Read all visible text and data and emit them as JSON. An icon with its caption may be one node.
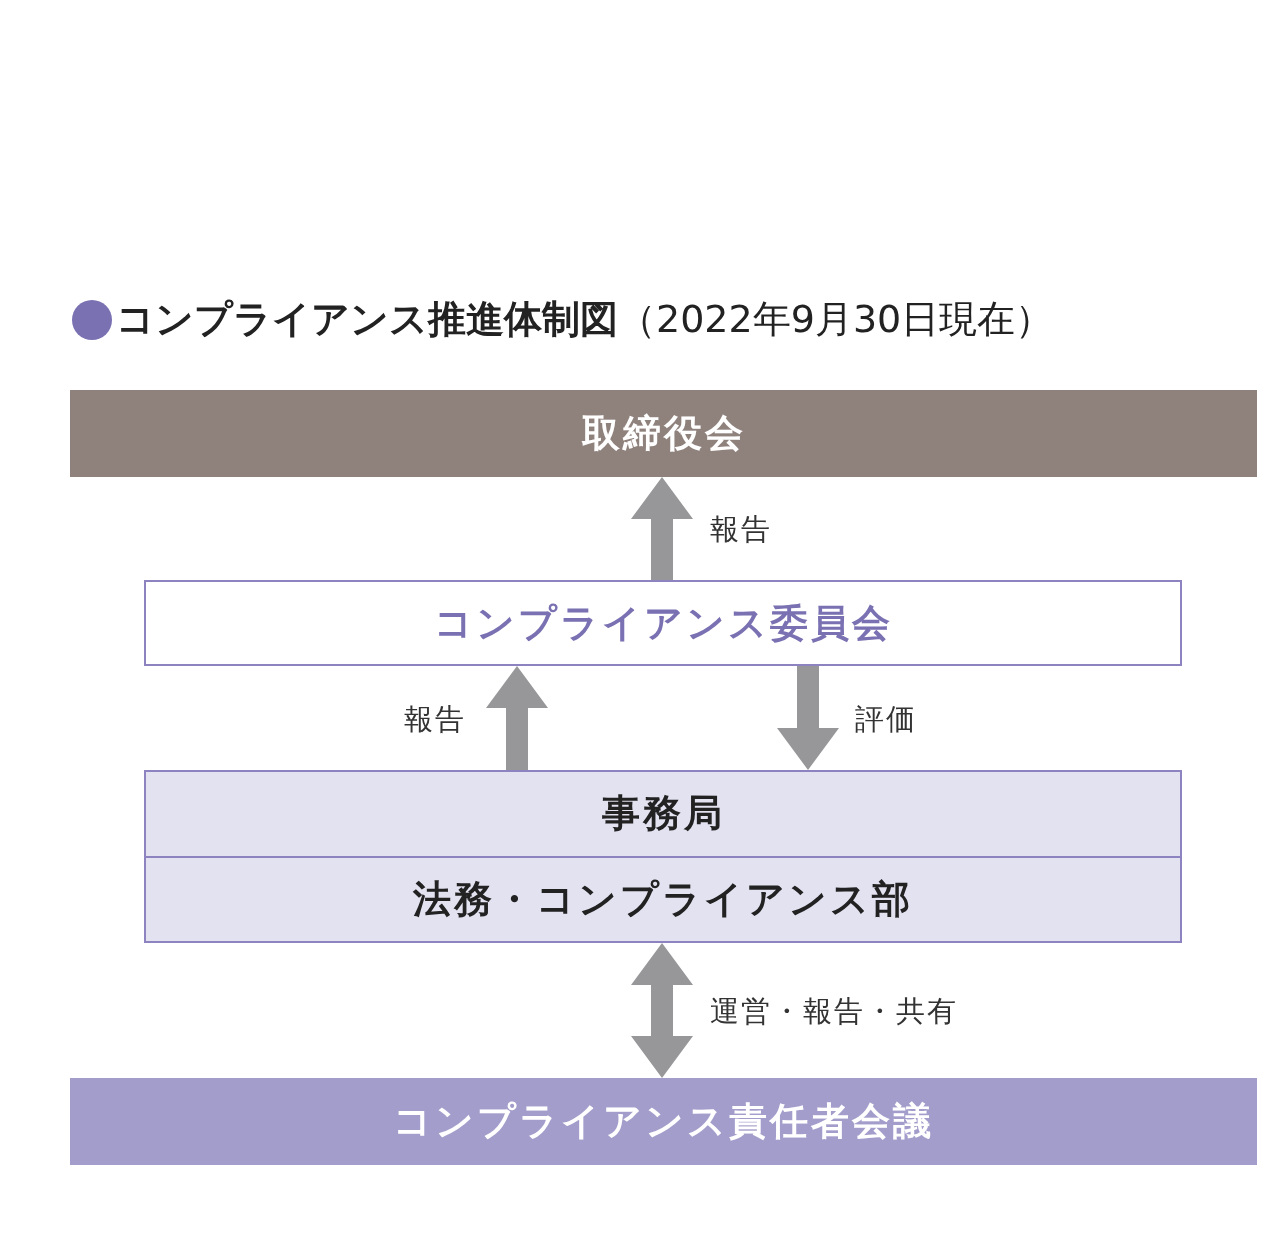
{
  "diagram": {
    "title": "**コンプライアンス推進体制図**（2022年9月30日現在）",
    "nodes": [
      {
        "text": [
          "取締役会"
        ]
      },
      {
        "text": [
          "コンプライアンス委員会"
        ]
      },
      {
        "text": [
          "事務局",
          "法務・コンプライアンス部"
        ]
      },
      {
        "text": [
          "コンプライアンス責任者会議"
        ]
      }
    ],
    "edges": [
      {
        "from": 1,
        "to": 0,
        "arrow": "to",
        "label": "報告"
      },
      {
        "from": 2,
        "to": 1,
        "arrow": "to",
        "label": "報告"
      },
      {
        "from": 1,
        "to": 2,
        "arrow": "to",
        "label": "評価"
      },
      {
        "from": 2,
        "to": 3,
        "arrow": "both",
        "label": "運営・報告・共有"
      }
    ]
  }
}
